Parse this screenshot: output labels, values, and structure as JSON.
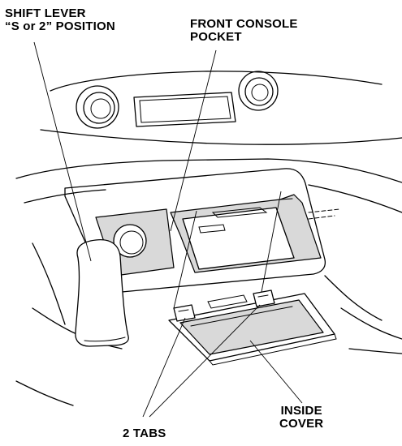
{
  "callouts": {
    "shift_lever": {
      "line1": "SHIFT LEVER",
      "line2": "“S or 2” POSITION"
    },
    "front_console_pocket": {
      "line1": "FRONT CONSOLE",
      "line2": "POCKET"
    },
    "inside_cover": {
      "line1": "INSIDE",
      "line2": "COVER"
    },
    "tabs": {
      "line1": "2 TABS"
    }
  },
  "colors": {
    "line": "#000000",
    "shading": "#d9d9d9",
    "background": "#ffffff"
  }
}
